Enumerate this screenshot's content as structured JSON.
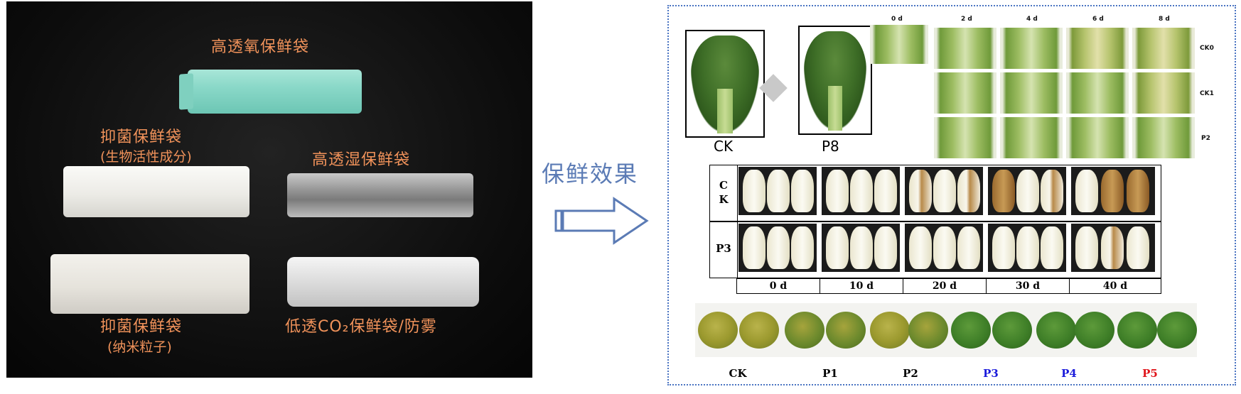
{
  "left_photo": {
    "labels": {
      "high_oxygen": "高透氧保鲜袋",
      "antibacterial_bio": "抑菌保鲜袋",
      "antibacterial_bio_sub": "(生物活性成分)",
      "high_moisture": "高透湿保鲜袋",
      "antibacterial_nano": "抑菌保鲜袋",
      "antibacterial_nano_sub": "(纳米粒子)",
      "low_co2": "低透CO₂保鲜袋/防雾"
    }
  },
  "arrow": {
    "label": "保鲜效果"
  },
  "right_panel": {
    "photo_captions": [
      "CK",
      "P8"
    ],
    "bok_choy": {
      "days": [
        "0 d",
        "2 d",
        "4 d",
        "6 d",
        "8 d"
      ],
      "rows": [
        "CK0",
        "CK1",
        "P2"
      ]
    },
    "cabbage": {
      "rows": [
        "C\nK",
        "P3"
      ],
      "days": [
        "0 d",
        "10 d",
        "20 d",
        "30 d",
        "40 d"
      ]
    },
    "broccoli": {
      "labels": [
        {
          "text": "CK",
          "color": "#000000"
        },
        {
          "text": "P1",
          "color": "#000000"
        },
        {
          "text": "P2",
          "color": "#000000"
        },
        {
          "text": "P3",
          "color": "#1a1adb"
        },
        {
          "text": "P4",
          "color": "#1a1adb"
        },
        {
          "text": "P5",
          "color": "#e0151b"
        }
      ]
    }
  }
}
